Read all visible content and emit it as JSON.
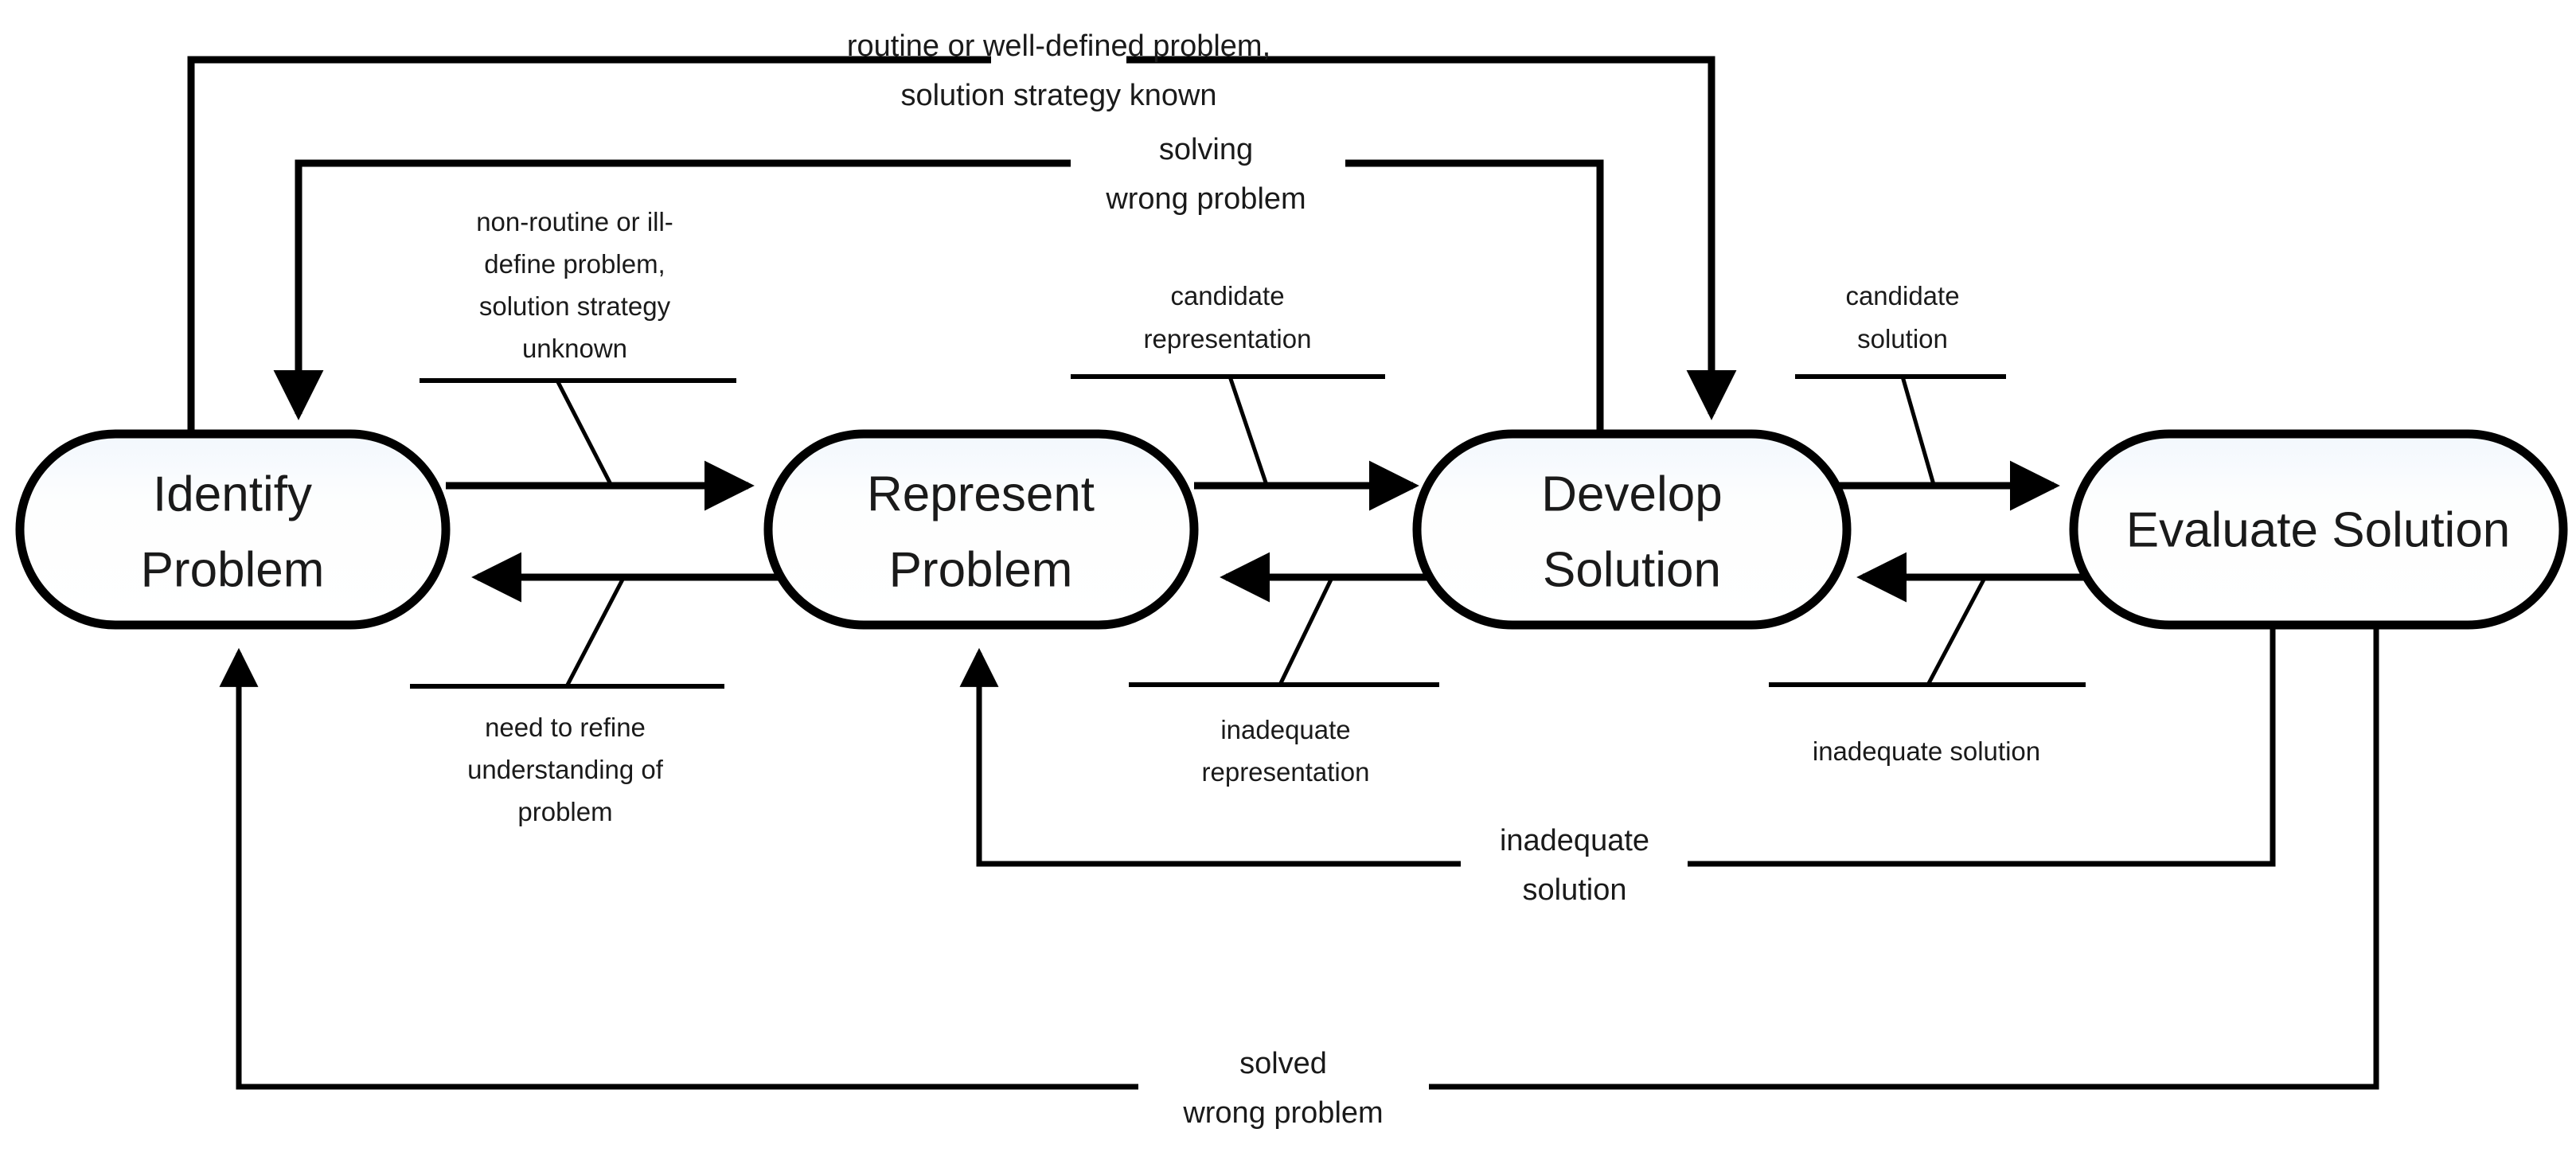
{
  "diagram": {
    "title": "Problem Solving Process Cycle",
    "background_color": "#ffffff",
    "line_color": "#000000",
    "node_fill": "#fbfdff",
    "node_stroke": "#000000",
    "nodes": [
      {
        "id": "identify",
        "label_line1": "Identify",
        "label_line2": "Problem"
      },
      {
        "id": "represent",
        "label_line1": "Represent",
        "label_line2": "Problem"
      },
      {
        "id": "develop",
        "label_line1": "Develop",
        "label_line2": "Solution"
      },
      {
        "id": "evaluate",
        "label_line1": "Evaluate Solution",
        "label_line2": ""
      }
    ],
    "annotations": {
      "routine": {
        "line1": "routine or well-defined problem,",
        "line2": "solution strategy known"
      },
      "solving_wrong": {
        "line1": "solving",
        "line2": "wrong problem"
      },
      "non_routine": {
        "line1": "non-routine or ill-",
        "line2": "define problem,",
        "line3": "solution strategy",
        "line4": "unknown"
      },
      "candidate_representation": {
        "line1": "candidate",
        "line2": "representation"
      },
      "candidate_solution": {
        "line1": "candidate",
        "line2": "solution"
      },
      "need_refine": {
        "line1": "need to refine",
        "line2": "understanding of",
        "line3": "problem"
      },
      "inadequate_representation": {
        "line1": "inadequate",
        "line2": "representation"
      },
      "inadequate_solution_mid": {
        "line1": "inadequate solution"
      },
      "inadequate_solution_low": {
        "line1": "inadequate",
        "line2": "solution"
      },
      "solved_wrong": {
        "line1": "solved",
        "line2": "wrong problem"
      }
    }
  }
}
